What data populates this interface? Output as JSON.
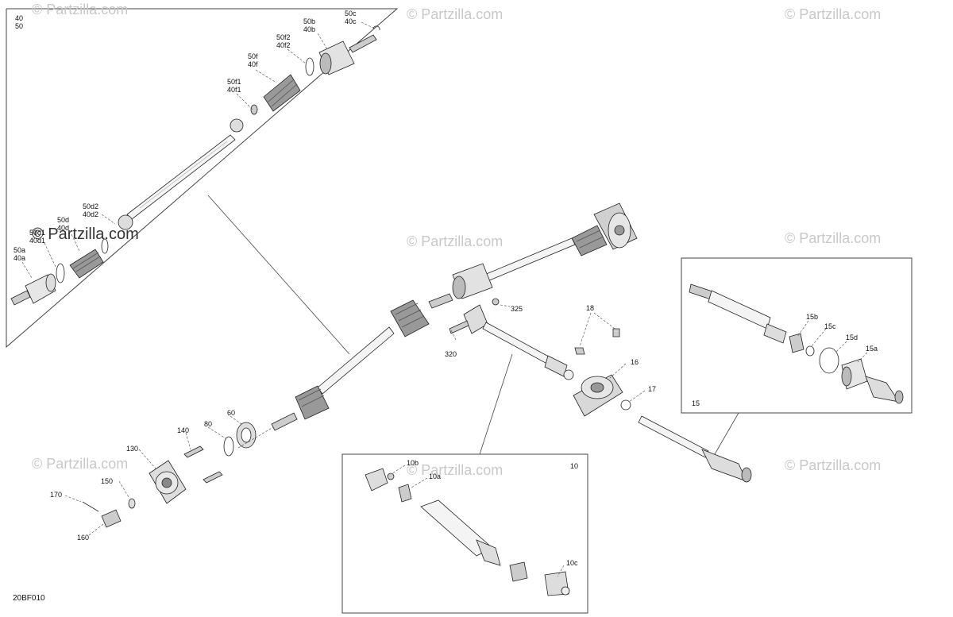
{
  "watermark": {
    "text": "© Partzilla.com"
  },
  "diagram_code": "20BF010",
  "groups": {
    "front_shaft": "40\n50",
    "drive_shaft": "10",
    "rear_shaft": "15"
  },
  "callouts": {
    "c_50c_40c": "50c\n40c",
    "c_50b_40b": "50b\n40b",
    "c_50f2_40f2": "50f2\n40f2",
    "c_50f_40f": "50f\n40f",
    "c_50f1_40f1": "50f1\n40f1",
    "c_50d2_40d2": "50d2\n40d2",
    "c_50d_40d": "50d\n40d",
    "c_50d1_40d1": "50d1\n40d1",
    "c_50a_40a": "50a\n40a",
    "c_325": "325",
    "c_320": "320",
    "c_18": "18",
    "c_16": "16",
    "c_17": "17",
    "c_140": "140",
    "c_80": "80",
    "c_60": "60",
    "c_130": "130",
    "c_150": "150",
    "c_170": "170",
    "c_160": "160",
    "c_10b": "10b",
    "c_10a": "10a",
    "c_10c": "10c",
    "c_15b": "15b",
    "c_15c": "15c",
    "c_15d": "15d",
    "c_15a": "15a"
  }
}
